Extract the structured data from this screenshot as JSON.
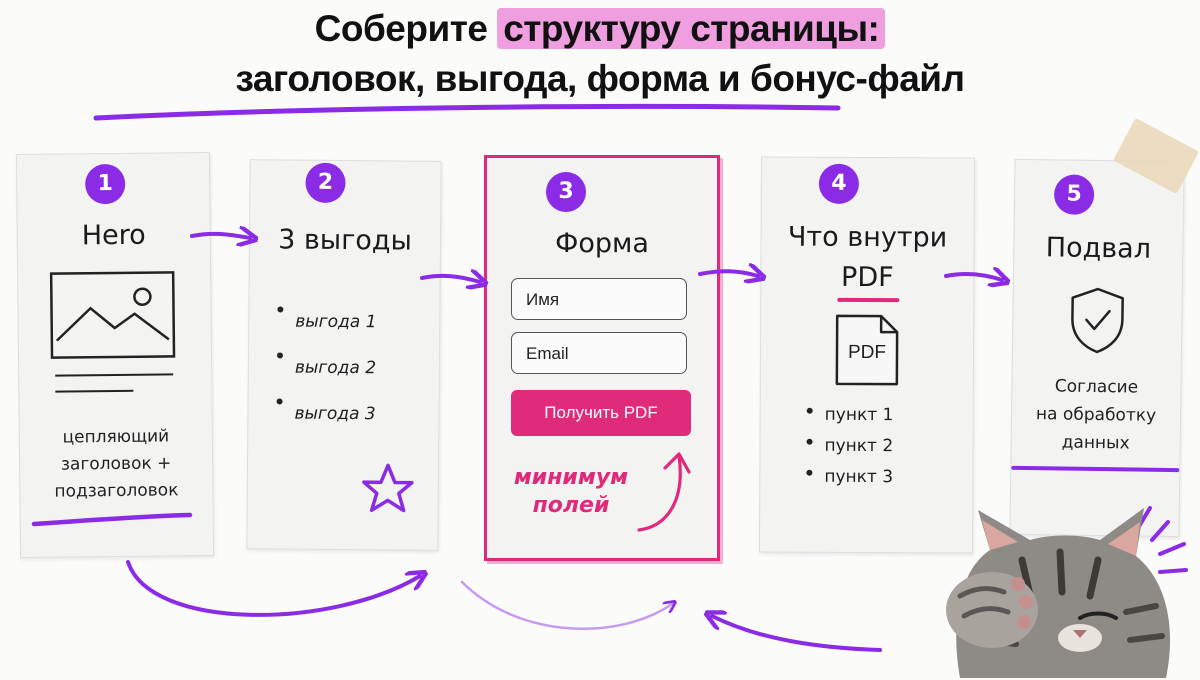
{
  "heading": {
    "line1_prefix": "Соберите",
    "line1_highlight": "структуру страницы:",
    "line2": "заголовок, выгода, форма и бонус-файл"
  },
  "colors": {
    "accent": "#8b2be6",
    "pink": "#e0297a",
    "highlight": "#ef9fe0"
  },
  "cards": [
    {
      "number": "1",
      "title": "Hero",
      "caption": [
        "цепляющий",
        "заголовок +",
        "подзаголовок"
      ],
      "icon": "image-placeholder-icon"
    },
    {
      "number": "2",
      "title": "3 выгоды",
      "items": [
        "выгода 1",
        "выгода 2",
        "выгода 3"
      ],
      "icon": "star-icon"
    },
    {
      "number": "3",
      "title": "Форма",
      "name_field": "Имя",
      "email_field": "Email",
      "button": "Получить PDF",
      "note": [
        "минимум",
        "полей"
      ]
    },
    {
      "number": "4",
      "title_line1": "Что внутри",
      "title_line2": "PDF",
      "file_label": "PDF",
      "items": [
        "пункт 1",
        "пункт 2",
        "пункт 3"
      ],
      "icon": "pdf-file-icon"
    },
    {
      "number": "5",
      "title": "Подвал",
      "caption": [
        "Согласие",
        "на обработку",
        "данных"
      ],
      "icon": "shield-check-icon"
    }
  ]
}
